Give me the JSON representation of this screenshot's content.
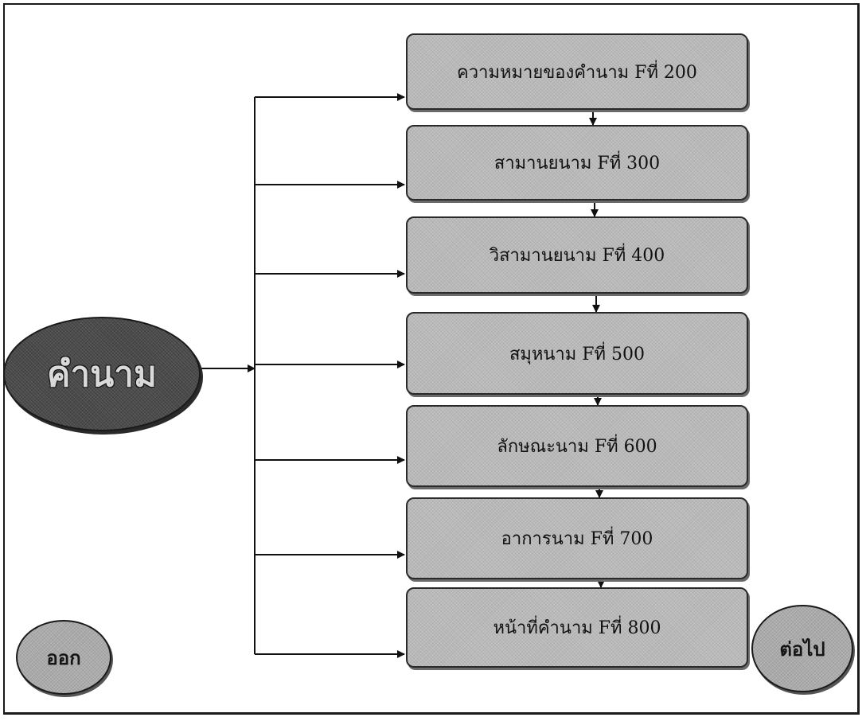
{
  "root_node": {
    "label": "คำนาม"
  },
  "topics": [
    {
      "label": "ความหมายของคำนาม  Fที่ 200"
    },
    {
      "label": "สามานยนาม  Fที่ 300"
    },
    {
      "label": "วิสามานยนาม  Fที่   400"
    },
    {
      "label": "สมุหนาม  Fที่ 500"
    },
    {
      "label": "ลักษณะนาม  Fที่  600"
    },
    {
      "label": "อาการนาม  Fที่ 700"
    },
    {
      "label": "หน้าที่คำนาม  Fที่ 800"
    }
  ],
  "buttons": {
    "exit_label": "ออก",
    "next_label": "ต่อไป"
  },
  "colors": {
    "node_fill": "#b9b9b9",
    "root_fill": "#4b4b4b",
    "line": "#111111"
  }
}
